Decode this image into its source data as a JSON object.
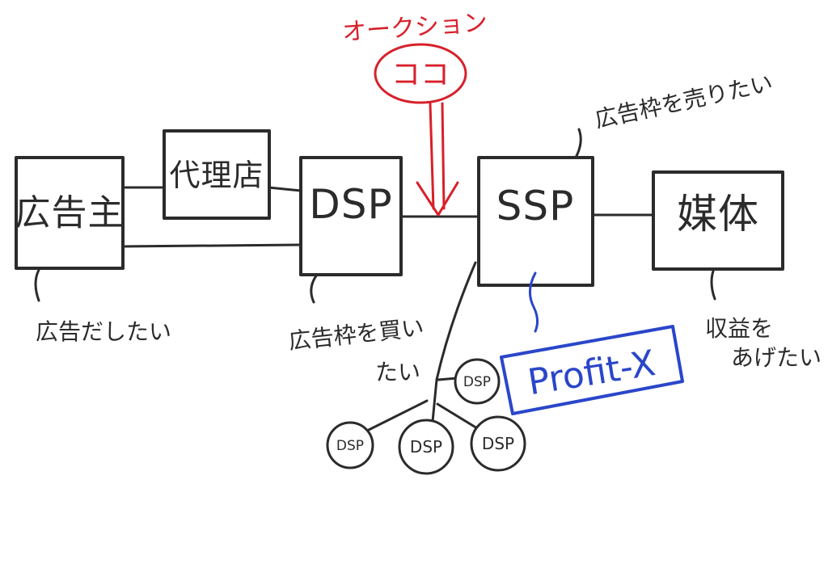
{
  "diagram": {
    "nodes": {
      "advertiser": "広告主",
      "agency": "代理店",
      "dsp": "DSP",
      "ssp": "SSP",
      "media": "媒体"
    },
    "notes": {
      "advertiser_want": "広告だしたい",
      "dsp_want_line1": "広告枠を買い",
      "dsp_want_line2": "たい",
      "ssp_want": "広告枠を売りたい",
      "media_want_line1": "収益を",
      "media_want_line2": "あげたい"
    },
    "auction": {
      "label": "オークション",
      "marker": "ココ"
    },
    "product": "Profit-X",
    "extra_dsps": [
      "DSP",
      "DSP",
      "DSP",
      "DSP"
    ],
    "colors": {
      "ink": "#2b2b2b",
      "auction": "#d8202a",
      "product": "#2a46c9"
    }
  }
}
